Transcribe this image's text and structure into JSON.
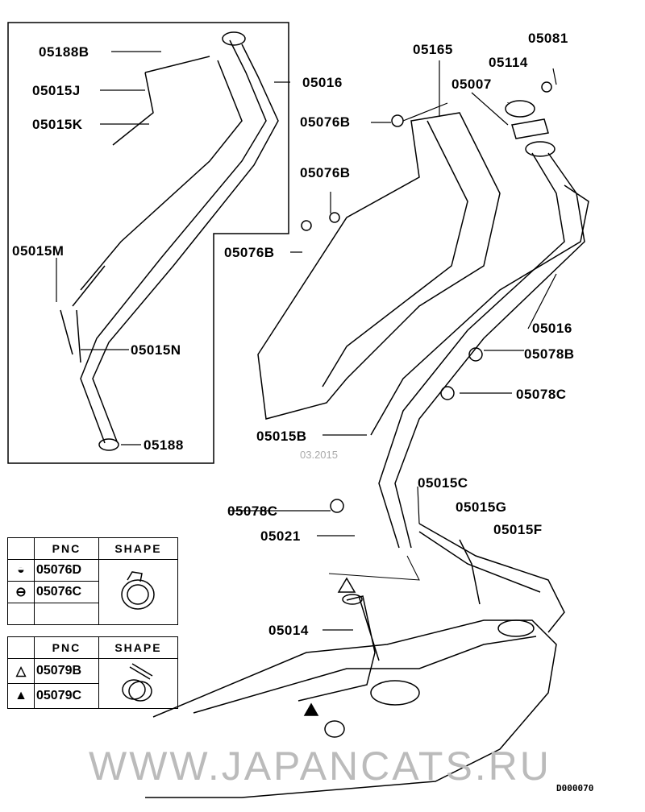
{
  "callouts": [
    "05188B",
    "05015J",
    "05015K",
    "05016",
    "05015M",
    "05015N",
    "05188",
    "05165",
    "05081",
    "05114",
    "05007",
    "05076B",
    "05076B",
    "05076B",
    "05016",
    "05078B",
    "05078C",
    "05015B",
    "05015C",
    "05015G",
    "05015F",
    "05078C",
    "05021",
    "05014"
  ],
  "legend_tables": [
    {
      "headers": [
        "PNC",
        "SHAPE"
      ],
      "rows": [
        {
          "symbol": "half-filled-circle",
          "pnc": "05076D"
        },
        {
          "symbol": "circle-with-line",
          "pnc": "05076C"
        },
        {
          "symbol": "",
          "pnc": ""
        }
      ],
      "shape_icon": "hose-clamp"
    },
    {
      "headers": [
        "PNC",
        "SHAPE"
      ],
      "rows": [
        {
          "symbol": "outline-triangle",
          "pnc": "05079B"
        },
        {
          "symbol": "filled-triangle",
          "pnc": "05079C"
        }
      ],
      "shape_icon": "screw-clamp"
    }
  ],
  "diagram_code": "D000070",
  "watermark": "WWW.JAPANCATS.RU",
  "watermark_date": "03.2015"
}
